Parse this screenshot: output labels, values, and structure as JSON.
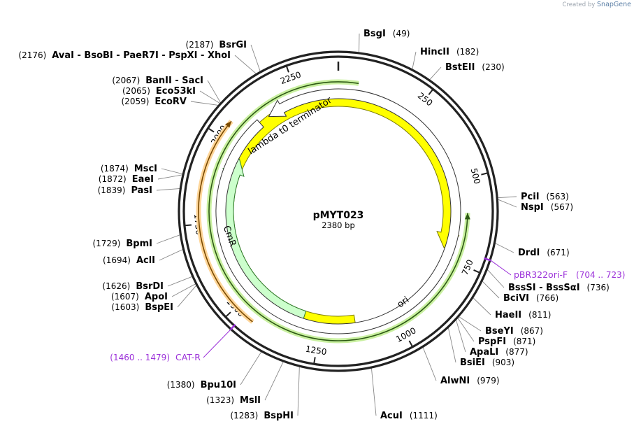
{
  "credit": {
    "prefix": "Created by",
    "brand": "SnapGene"
  },
  "plasmid": {
    "name": "pMYT023",
    "size_label": "2380 bp",
    "length": 2380
  },
  "ticks": [
    {
      "pos": 250,
      "label": "250"
    },
    {
      "pos": 500,
      "label": "500"
    },
    {
      "pos": 750,
      "label": "750"
    },
    {
      "pos": 1000,
      "label": "1000"
    },
    {
      "pos": 1250,
      "label": "1250"
    },
    {
      "pos": 1500,
      "label": "1500"
    },
    {
      "pos": 1750,
      "label": "1750"
    },
    {
      "pos": 2000,
      "label": "2000"
    },
    {
      "pos": 2250,
      "label": "2250"
    }
  ],
  "features": [
    {
      "name": "",
      "start": 60,
      "end": 600,
      "direction": "ccw",
      "color": "#c9f0a0",
      "stroke": "#2d5a14",
      "kind": "line"
    },
    {
      "name": "ori",
      "start": 1133,
      "end": 721,
      "direction": "cw",
      "color": "#ffff00",
      "stroke": "#7a7a00",
      "kind": "arrow"
    },
    {
      "name": "CmR",
      "start": 1309,
      "end": 1969,
      "direction": "cw",
      "color": "#ccffcc",
      "stroke": "#2b7a2b",
      "kind": "arrow"
    },
    {
      "name": "",
      "start": 1440,
      "end": 2050,
      "direction": "cw",
      "color": "#ffd699",
      "stroke": "#7a4a00",
      "kind": "line"
    },
    {
      "name": "lambda t0 terminator",
      "start": 2105,
      "end": 2140,
      "direction": "ccw",
      "color": "#ffffff",
      "stroke": "#333333",
      "kind": "arrow"
    }
  ],
  "enzymes": [
    {
      "name": "BsgI",
      "pos": "(49)",
      "site": 49
    },
    {
      "name": "HincII",
      "pos": "(182)",
      "site": 182
    },
    {
      "name": "BstEII",
      "pos": "(230)",
      "site": 230
    },
    {
      "name": "PciI",
      "pos": "(563)",
      "site": 563
    },
    {
      "name": "NspI",
      "pos": "(567)",
      "site": 567
    },
    {
      "name": "DrdI",
      "pos": "(671)",
      "site": 671
    },
    {
      "name": "BssSI  - BssSαI",
      "pos": "(736)",
      "site": 736
    },
    {
      "name": "BciVI",
      "pos": "(766)",
      "site": 766
    },
    {
      "name": "HaeII",
      "pos": "(811)",
      "site": 811
    },
    {
      "name": "BseYI",
      "pos": "(867)",
      "site": 867
    },
    {
      "name": "PspFI",
      "pos": "(871)",
      "site": 871
    },
    {
      "name": "ApaLI",
      "pos": "(877)",
      "site": 877
    },
    {
      "name": "BsiEI",
      "pos": "(903)",
      "site": 903
    },
    {
      "name": "AlwNI",
      "pos": "(979)",
      "site": 979
    },
    {
      "name": "AcuI",
      "pos": "(1111)",
      "site": 1111
    },
    {
      "name": "BspHI",
      "pos": "(1283)",
      "site": 1283
    },
    {
      "name": "MslI",
      "pos": "(1323)",
      "site": 1323
    },
    {
      "name": "Bpu10I",
      "pos": "(1380)",
      "site": 1380
    },
    {
      "name": "BspEI",
      "pos": "(1603)",
      "site": 1603
    },
    {
      "name": "ApoI",
      "pos": "(1607)",
      "site": 1607
    },
    {
      "name": "BsrDI",
      "pos": "(1626)",
      "site": 1626
    },
    {
      "name": "AclI",
      "pos": "(1694)",
      "site": 1694
    },
    {
      "name": "BpmI",
      "pos": "(1729)",
      "site": 1729
    },
    {
      "name": "PasI",
      "pos": "(1839)",
      "site": 1839
    },
    {
      "name": "EaeI",
      "pos": "(1872)",
      "site": 1872
    },
    {
      "name": "MscI",
      "pos": "(1874)",
      "site": 1874
    },
    {
      "name": "EcoRV",
      "pos": "(2059)",
      "site": 2059
    },
    {
      "name": "Eco53kI",
      "pos": "(2065)",
      "site": 2065
    },
    {
      "name": "BanII  - SacI",
      "pos": "(2067)",
      "site": 2067
    },
    {
      "name": "AvaI  - BsoBI  - PaeR7I  - PspXI  - XhoI",
      "pos": "(2176)",
      "site": 2176
    },
    {
      "name": "BsrGI",
      "pos": "(2187)",
      "site": 2187
    }
  ],
  "primers": [
    {
      "name": "pBR322ori-F",
      "range": "(704 .. 723)",
      "site": 713,
      "color": "#9b30d9"
    },
    {
      "name": "CAT-R",
      "range": "(1460 .. 1479)",
      "site": 1470,
      "color": "#9b30d9"
    }
  ]
}
